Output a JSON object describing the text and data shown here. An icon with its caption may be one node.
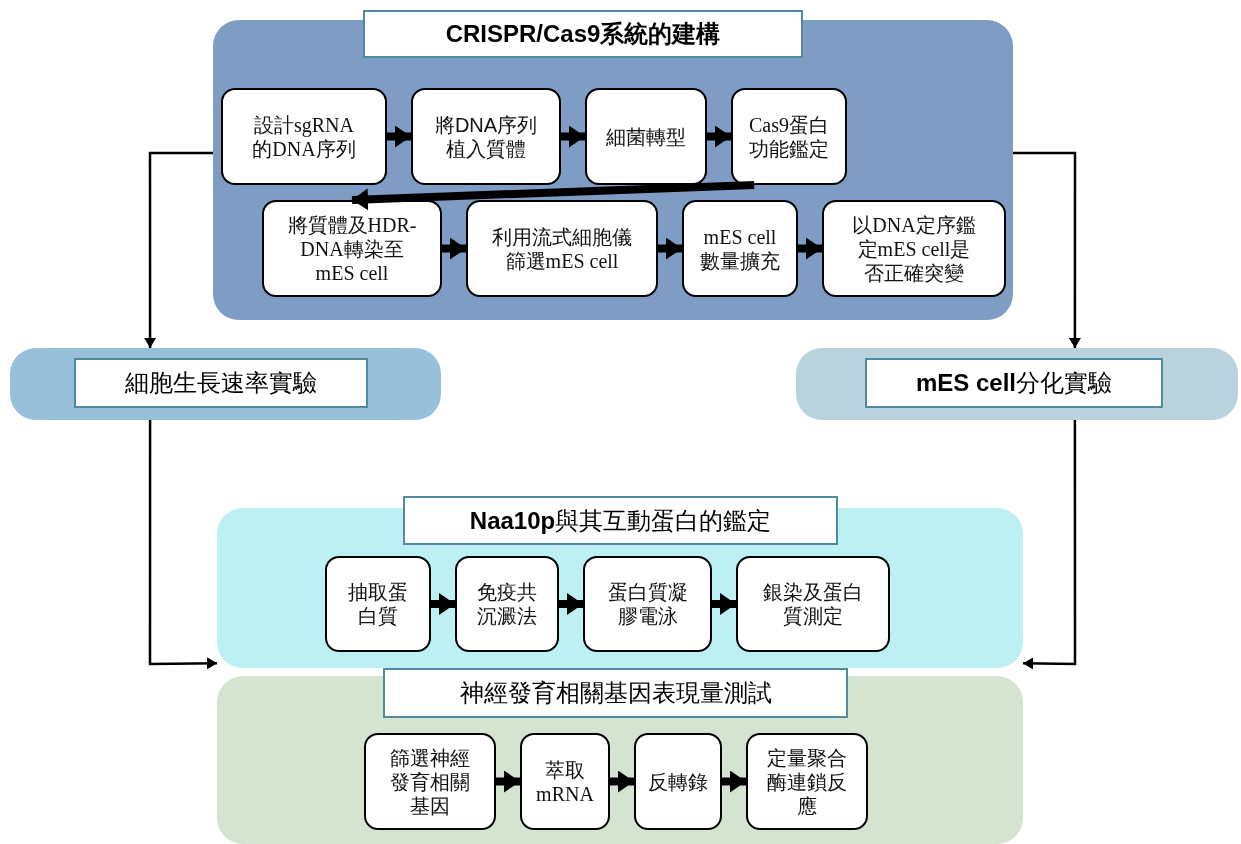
{
  "diagram": {
    "nodes": [
      {
        "text": [
          "CRISPR/Cas9系統的建構"
        ]
      },
      {
        "text": [
          "設計sgRNA的DNA序列"
        ],
        "in": 0
      },
      {
        "text": [
          "將**DNA**序列植入質體"
        ],
        "in": 0
      },
      {
        "text": [
          "細菌轉型"
        ],
        "in": 0
      },
      {
        "text": [
          "Cas9蛋白功能鑑定"
        ],
        "in": 0
      },
      {
        "text": [
          "將質體及HDR-DNA轉染至mES cell"
        ],
        "in": 0
      },
      {
        "text": [
          "利用流式細胞儀篩選mES cell"
        ],
        "in": 0
      },
      {
        "text": [
          "mES cell數量擴充"
        ],
        "in": 0
      },
      {
        "text": [
          "以DNA定序鑑定mES cell是否正確突變"
        ],
        "in": 0
      },
      {
        "text": [
          "細胞生長速率實驗"
        ]
      },
      {
        "text": [
          "**mES cell**分化實驗"
        ]
      },
      {
        "text": [
          "**Naa10p**與其互動蛋白的鑑定"
        ]
      },
      {
        "text": [
          "抽取蛋白質"
        ],
        "in": 11
      },
      {
        "text": [
          "免疫共沉澱法"
        ],
        "in": 11
      },
      {
        "text": [
          "蛋白質凝膠電泳"
        ],
        "in": 11
      },
      {
        "text": [
          "銀染及蛋白質測定"
        ],
        "in": 11
      },
      {
        "text": [
          "神經發育相關基因表現量測試"
        ]
      },
      {
        "text": [
          "篩選神經發育相關基因"
        ],
        "in": 16
      },
      {
        "text": [
          "萃取mRNA"
        ],
        "in": 16
      },
      {
        "text": [
          "反轉錄"
        ],
        "in": 16
      },
      {
        "text": [
          "定量聚合酶連鎖反應"
        ],
        "in": 16
      }
    ],
    "edges": [
      {
        "from": 1,
        "to": 2,
        "arrow": "to"
      },
      {
        "from": 2,
        "to": 3,
        "arrow": "to"
      },
      {
        "from": 3,
        "to": 4,
        "arrow": "to"
      },
      {
        "from": 4,
        "to": 5,
        "arrow": "to"
      },
      {
        "from": 5,
        "to": 6,
        "arrow": "to"
      },
      {
        "from": 6,
        "to": 7,
        "arrow": "to"
      },
      {
        "from": 7,
        "to": 8,
        "arrow": "to"
      },
      {
        "from": 0,
        "to": 9,
        "arrow": "to"
      },
      {
        "from": 0,
        "to": 10,
        "arrow": "to"
      },
      {
        "from": 9,
        "to": 11,
        "arrow": "to"
      },
      {
        "from": 10,
        "to": 11,
        "arrow": "to"
      },
      {
        "from": 12,
        "to": 13,
        "arrow": "to"
      },
      {
        "from": 13,
        "to": 14,
        "arrow": "to"
      },
      {
        "from": 14,
        "to": 15,
        "arrow": "to"
      },
      {
        "from": 17,
        "to": 18,
        "arrow": "to"
      },
      {
        "from": 18,
        "to": 19,
        "arrow": "to"
      },
      {
        "from": 19,
        "to": 20,
        "arrow": "to"
      }
    ]
  }
}
